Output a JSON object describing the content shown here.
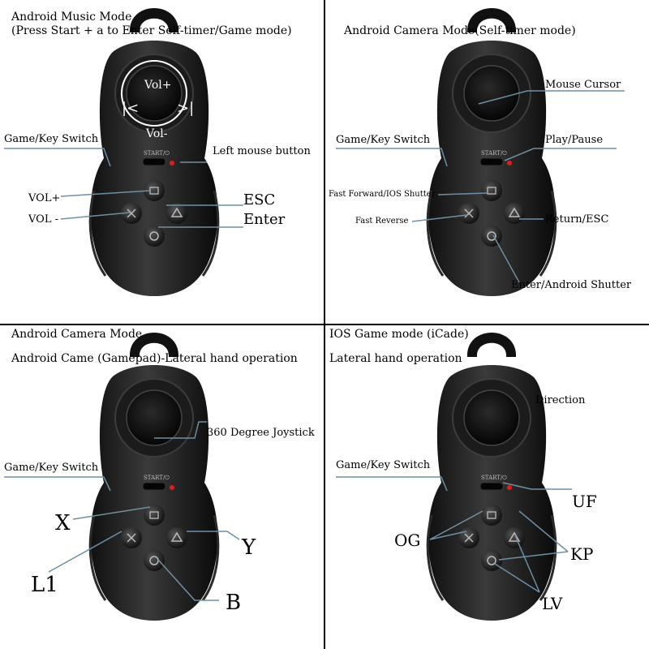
{
  "panels": {
    "top_left": {
      "title": "Android Music Mode",
      "subtitle": "(Press Start + a to Enter Self-timer/Game mode)",
      "labels": {
        "vol_plus_pad": "Vol+",
        "vol_minus_pad": "Vol-",
        "prev": "|<",
        "next": ">|",
        "game_key_switch": "Game/Key Switch",
        "left_mouse_button": "Left mouse button",
        "vol_plus": "VOL+",
        "vol_minus": "VOL -",
        "esc": "ESC",
        "enter": "Enter"
      }
    },
    "top_right": {
      "title": "Android Camera Mode(Self-timer mode)",
      "labels": {
        "mouse_cursor": "Mouse Cursor",
        "game_key_switch": "Game/Key Switch",
        "play_pause": "Play/Pause",
        "fast_forward": "Fast Forward/IOS Shutter",
        "fast_reverse": "Fast Reverse",
        "return_esc": "Return/ESC",
        "enter_shutter": "Enter/Android Shutter"
      }
    },
    "bottom_left": {
      "title": "Android Camera Mode",
      "subtitle": "Android Came (Gamepad)-Lateral hand operation",
      "labels": {
        "joystick": "360 Degree Joystick",
        "game_key_switch": "Game/Key Switch",
        "x": "X",
        "y": "Y",
        "l1": "L1",
        "b": "B"
      }
    },
    "bottom_right": {
      "title": "IOS Game mode (iCade)",
      "subtitle": "Lateral hand operation",
      "labels": {
        "direction": "Direction",
        "game_key_switch": "Game/Key Switch",
        "uf": "UF",
        "og": "OG",
        "kp": "KP",
        "lv": "LV"
      }
    }
  },
  "controller": {
    "start_label": "START/⏻"
  }
}
